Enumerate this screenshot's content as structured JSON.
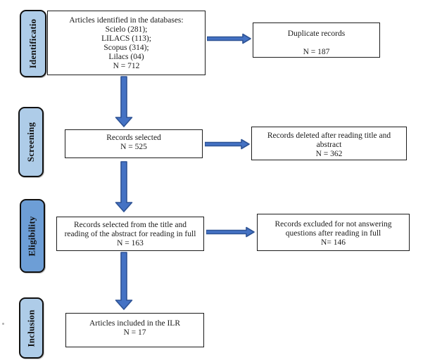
{
  "colors": {
    "stage_fill": "#aecce8",
    "stage_fill_highlight": "#6d9ed6",
    "arrow_fill": "#4472c4",
    "arrow_stroke": "#2e5395",
    "box_border": "#1c1c1c"
  },
  "stages": [
    {
      "label": "Identificatio",
      "fill": "#aecce8"
    },
    {
      "label": "Screening",
      "fill": "#aecce8"
    },
    {
      "label": "Eligibility",
      "fill": "#6d9ed6"
    },
    {
      "label": "Inclusion",
      "fill": "#aecce8"
    }
  ],
  "boxes": {
    "identified": {
      "lines": [
        "Articles identified in the databases:",
        "Scielo (281);",
        "LILACS (113);",
        "Scopus (314);",
        "Lilacs (04)",
        "N = 712"
      ]
    },
    "duplicates": {
      "line1": "Duplicate records",
      "line2": "N = 187"
    },
    "selected": {
      "line1": "Records selected",
      "line2": "N = 525"
    },
    "deleted": {
      "lines": [
        "Records deleted after reading title and",
        "abstract",
        "N = 362"
      ]
    },
    "fulltext": {
      "lines": [
        "Records selected from the title and",
        "reading of the abstract for reading in full",
        "N = 163"
      ]
    },
    "excluded": {
      "lines": [
        "Records excluded for not answering",
        "questions after reading in full",
        "N= 146"
      ]
    },
    "included": {
      "line1": "Articles included in the ILR",
      "line2": "N = 17"
    }
  }
}
